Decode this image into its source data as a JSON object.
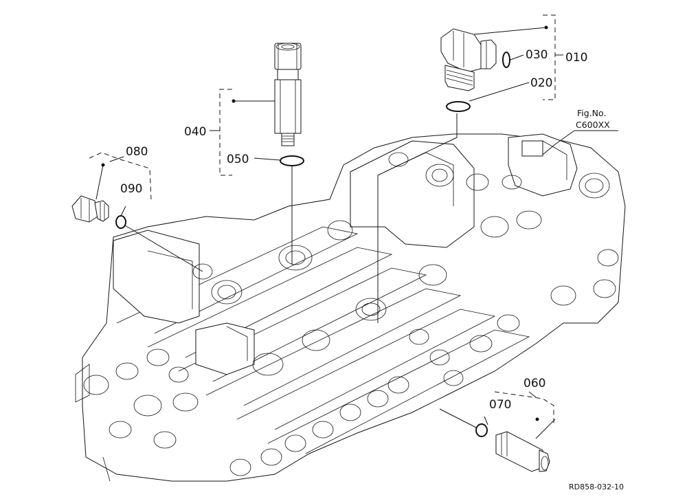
{
  "figure": {
    "fig_label_line1": "Fig.No.",
    "fig_label_line2": "C600XX",
    "ref_code": "RD858-032-10"
  },
  "callouts": {
    "c010": "010",
    "c020": "020",
    "c030": "030",
    "c040": "040",
    "c050": "050",
    "c060": "060",
    "c070": "070",
    "c080": "080",
    "c090": "090"
  },
  "line_color": "#111111",
  "background_color": "#ffffff"
}
